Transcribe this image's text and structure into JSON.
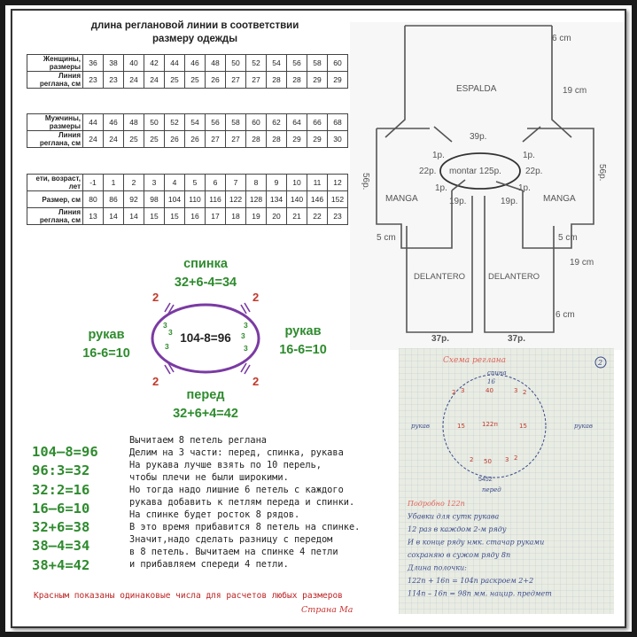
{
  "table": {
    "title_line1": "длина реглановой линии в соответствии",
    "title_line2": "размеру одежды",
    "women": {
      "label_sizes": "Женщины, размеры",
      "sizes": [
        "36",
        "38",
        "40",
        "42",
        "44",
        "46",
        "48",
        "50",
        "52",
        "54",
        "56",
        "58",
        "60"
      ],
      "label_raglan": "Линия реглана, см",
      "raglan": [
        "23",
        "23",
        "24",
        "24",
        "25",
        "25",
        "26",
        "27",
        "27",
        "28",
        "28",
        "29",
        "29"
      ]
    },
    "men": {
      "label_sizes": "Мужчины, размеры",
      "sizes": [
        "44",
        "46",
        "48",
        "50",
        "52",
        "54",
        "56",
        "58",
        "60",
        "62",
        "64",
        "66",
        "68"
      ],
      "label_raglan": "Линия реглана, см",
      "raglan": [
        "24",
        "24",
        "25",
        "25",
        "26",
        "26",
        "27",
        "27",
        "28",
        "28",
        "29",
        "29",
        "30"
      ]
    },
    "kids": {
      "label_age": "ети, возраст, лет",
      "ages": [
        "-1",
        "1",
        "2",
        "3",
        "4",
        "5",
        "6",
        "7",
        "8",
        "9",
        "10",
        "11",
        "12"
      ],
      "label_size": "Размер, см",
      "sizes": [
        "80",
        "86",
        "92",
        "98",
        "104",
        "110",
        "116",
        "122",
        "128",
        "134",
        "140",
        "146",
        "152"
      ],
      "label_raglan": "Линия реглана, см",
      "raglan": [
        "13",
        "14",
        "14",
        "15",
        "15",
        "16",
        "17",
        "18",
        "19",
        "20",
        "21",
        "22",
        "23"
      ]
    }
  },
  "schema": {
    "top_cm": "6 cm",
    "back": "ESPALDA",
    "back_cm": "19 cm",
    "raglan_left": "1p.",
    "raglan_right": "1p.",
    "back_sts": "39p.",
    "sleeve_left_sts": "22p.",
    "sleeve_right_sts": "22p.",
    "cast_on": "montar 125p.",
    "left_front_sts": "19p.",
    "right_front_sts": "19p.",
    "raglan_left_bottom": "1p.",
    "raglan_right_bottom": "1p.",
    "sleeve_left": "MANGA",
    "sleeve_right": "MANGA",
    "sleeve_left_rows": "56p.",
    "sleeve_right_rows": "56p.",
    "cuff_left_cm": "5 cm",
    "cuff_right_cm": "5 cm",
    "front_cm": "19 cm",
    "front_left": "DELANTERO",
    "front_right": "DELANTERO",
    "bottom_cm": "6 cm",
    "front_left_width": "37p.",
    "front_right_width": "37p."
  },
  "diagram": {
    "back_label": "спинка",
    "back_calc": "32+6-4=34",
    "sleeve_left_label": "рукав",
    "sleeve_left_calc": "16-6=10",
    "sleeve_right_label": "рукав",
    "sleeve_right_calc": "16-6=10",
    "front_label": "перед",
    "front_calc": "32+6+4=42",
    "center_calc": "104-8=96",
    "mark_2": "2",
    "mark_3": "3"
  },
  "calc": {
    "lines": [
      "104–8=96",
      "96:3=32",
      "32:2=16",
      "16–6=10",
      "32+6=38",
      "38–4=34",
      "38+4=42"
    ],
    "explanation": [
      "Вычитаем 8 петель реглана",
      "Делим на 3 части: перед, спинка, рукава",
      "На рукава лучше взять по 10 перель,",
      "чтобы плечи не были широкими.",
      "Но тогда надо лишние 6 петель с каждого",
      "рукава добавить к петлям переда и спинки.",
      "На спинке будет росток 8 рядов.",
      "В это время прибавится 8 петель на спинке.",
      "Значит,надо сделать разницу с передом",
      "в 8 петель. Вычитаем на спинке 4 петли",
      "и прибавляем спереди 4 петли."
    ],
    "footer": "Красным показаны одинаковые числа для расчетов любых размеров",
    "footer_brand": "Страна Ма"
  },
  "notebook": {
    "title": "Схема реглана",
    "page_no": "2",
    "back_label": "спина",
    "left_label": "рукав",
    "right_label": "рукав",
    "front_label": "перед",
    "top_count": "16",
    "center": "122п",
    "top_nums": [
      "2",
      "3",
      "40",
      "3",
      "2"
    ],
    "side_left": "15",
    "side_right": "15",
    "bottom_nums": [
      "50",
      "2",
      "3",
      "2"
    ],
    "bottom_row": "5452",
    "notes": [
      "Подробно 122п",
      "Убавки для сутк рукава",
      "12 раз в каждом 2-м ряду",
      "И в конце ряду нмк. стачар руками",
      "сохраняю в сужом ряду 8п",
      "Длина полочки:",
      "122п + 16п = 104п раскроем 2+2",
      "114п – 16п = 98п мм. нацир. предмет"
    ],
    "colors": {
      "green": "#2e8b2e",
      "red": "#c0392b",
      "purple": "#6a2c8e",
      "ink": "#3a4a8a",
      "pink": "#e0655a"
    }
  }
}
